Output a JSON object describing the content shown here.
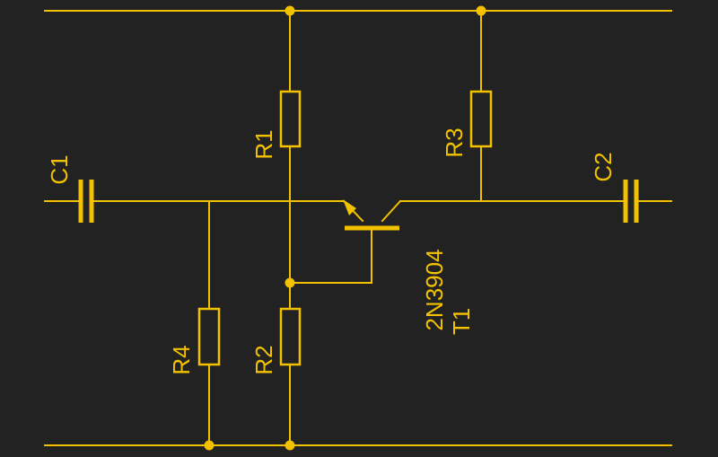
{
  "colors": {
    "background": "#222222",
    "line": "#F2C200"
  },
  "components": {
    "r1": {
      "label": "R1"
    },
    "r2": {
      "label": "R2"
    },
    "r3": {
      "label": "R3"
    },
    "r4": {
      "label": "R4"
    },
    "c1": {
      "label": "C1"
    },
    "c2": {
      "label": "C2"
    },
    "t1": {
      "part": "2N3904",
      "label": "T1"
    }
  }
}
